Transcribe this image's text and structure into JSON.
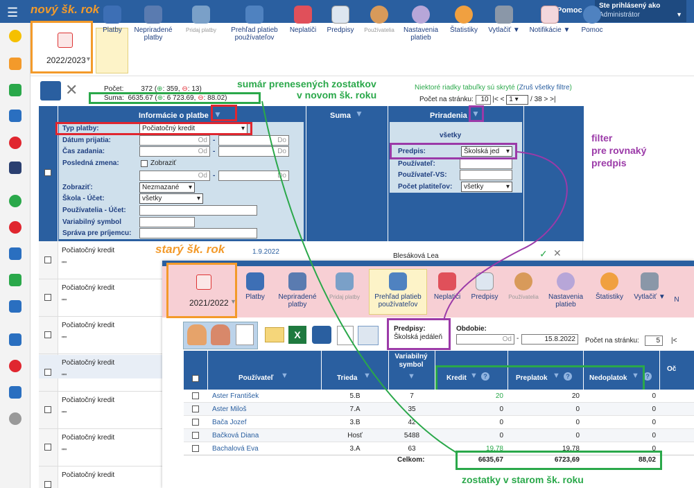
{
  "annotations": {
    "new_year": "nový šk. rok",
    "old_year": "starý šk. rok",
    "carried_sum_line1": "sumár prenesených zostatkov",
    "carried_sum_line2": "v novom šk. roku",
    "filter_line1": "filter",
    "filter_line2": "pre rovnaký",
    "filter_line3": "predpis",
    "balances_old": "zostatky v starom šk. roku"
  },
  "colors": {
    "header": "#2a5fa0",
    "orange": "#f39a2a",
    "green": "#2aa84a",
    "purple": "#9b3aa8",
    "red": "#e0262f",
    "pink": "#f7cfd4"
  },
  "topbar": {
    "help_label": "Pomoc",
    "user_line1": "Ste prihlásený ako",
    "user_line2": "Administrátor"
  },
  "sidebar": {
    "icons": [
      "star-icon",
      "mail-icon",
      "home-icon",
      "book-icon",
      "user-icon",
      "calendar-icon",
      "check-icon",
      "money-icon",
      "briefcase-icon",
      "shield-icon",
      "chart-icon",
      "reader-icon",
      "chat-icon",
      "pen-icon",
      "gear-icon"
    ]
  },
  "new_toolbar": {
    "year": "2022/2023",
    "items": [
      {
        "label": "Platby"
      },
      {
        "label": "Nepriradené platby"
      },
      {
        "label": "Pridaj platby"
      },
      {
        "label": "Prehľad platieb používateľov"
      },
      {
        "label": "Neplatiči"
      },
      {
        "label": "Predpisy"
      },
      {
        "label": "Používatelia"
      },
      {
        "label": "Nastavenia platieb"
      },
      {
        "label": "Štatistiky"
      },
      {
        "label": "Vytlačiť"
      },
      {
        "label": "Notifikácie"
      },
      {
        "label": "Pomoc"
      }
    ]
  },
  "summary": {
    "count_label": "Počet:",
    "count_value": "372",
    "count_plus": "359",
    "count_minus": "13",
    "sum_label": "Suma:",
    "sum_value": "6635.67",
    "sum_plus": "6 723.69",
    "sum_minus": "88.02",
    "hidden_note": "Niektoré riadky tabuľky sú skryté",
    "clear_filters": "Zruš všetky filtre",
    "per_page_label": "Počet na stránku:",
    "per_page_value": "10",
    "pager_first": "|<",
    "pager_prev": "<",
    "page_value": "1",
    "page_total": "/ 38",
    "pager_next": ">",
    "pager_last": ">|"
  },
  "main_table": {
    "col_info": "Informácie o platbe",
    "col_sum": "Suma",
    "col_assign": "Priradenia",
    "filters": {
      "typ_platby_label": "Typ platby:",
      "typ_platby_value": "Počiatočný kredit",
      "datum_prijatia": "Dátum prijatia:",
      "cas_zadania": "Čas zadania:",
      "posledna_zmena": "Posledná zmena:",
      "zobrazit_cb": "Zobraziť",
      "od": "Od",
      "do": "Do",
      "zobrazit": "Zobraziť:",
      "zobrazit_value": "Nezmazané",
      "skola_ucet": "Škola - Účet:",
      "skola_value": "všetky",
      "pouzivatelia_ucet": "Používatelia - Účet:",
      "variabilny_symbol": "Variabilný symbol",
      "sprava": "Správa pre príjemcu:",
      "assign_all": "všetky",
      "predpis_label": "Predpis:",
      "predpis_value": "Školská jed",
      "pouzivatel": "Používateľ:",
      "pouzivatel_vs": "Používateľ-VS:",
      "pocet_platitelov": "Počet platiteľov:",
      "pocet_value": "všetky"
    },
    "rows": [
      {
        "type": "Počiatočný kredit",
        "sub": "\"\"",
        "date": "1.9.2022",
        "name": "Blesáková Lea"
      },
      {
        "type": "Počiatočný kredit",
        "sub": "\"\""
      },
      {
        "type": "Počiatočný kredit",
        "sub": "\"\""
      },
      {
        "type": "Počiatočný kredit",
        "sub": "\"\""
      },
      {
        "type": "Počiatočný kredit",
        "sub": "\"\""
      },
      {
        "type": "Počiatočný kredit",
        "sub": "\"\""
      },
      {
        "type": "Počiatočný kredit",
        "sub": "\"\""
      }
    ]
  },
  "old_toolbar": {
    "year": "2021/2022",
    "items": [
      {
        "label": "Platby"
      },
      {
        "label": "Nepriradené platby"
      },
      {
        "label": "Pridaj platby"
      },
      {
        "label": "Prehľad platieb používateľov"
      },
      {
        "label": "Neplatiči"
      },
      {
        "label": "Predpisy"
      },
      {
        "label": "Používatelia"
      },
      {
        "label": "Nastavenia platieb"
      },
      {
        "label": "Štatistiky"
      },
      {
        "label": "Vytlačiť"
      },
      {
        "label": "N"
      }
    ]
  },
  "old_filters": {
    "predpisy_label": "Predpisy:",
    "predpisy_value": "Školská jedáleň",
    "obdobie_label": "Obdobie:",
    "od": "Od",
    "do_value": "15.8.2022",
    "per_page_label": "Počet na stránku:",
    "per_page_value": "5",
    "pager": "|<"
  },
  "old_table": {
    "headers": [
      "Používateľ",
      "Trieda",
      "Variabilný symbol",
      "Kredit",
      "Preplatok",
      "Nedoplatok",
      "Oč"
    ],
    "rows": [
      {
        "user": "Aster František",
        "class": "5.B",
        "vs": "7",
        "kredit": "20",
        "preplatok": "20",
        "nedoplatok": "0"
      },
      {
        "user": "Aster Miloš",
        "class": "7.A",
        "vs": "35",
        "kredit": "0",
        "preplatok": "0",
        "nedoplatok": "0"
      },
      {
        "user": "Bača Jozef",
        "class": "3.B",
        "vs": "42",
        "kredit": "0",
        "preplatok": "0",
        "nedoplatok": "0"
      },
      {
        "user": "Bačková Diana",
        "class": "Hosť",
        "vs": "5488",
        "kredit": "0",
        "preplatok": "0",
        "nedoplatok": "0"
      },
      {
        "user": "Bachalová Eva",
        "class": "3.A",
        "vs": "63",
        "kredit": "19.78",
        "preplatok": "19.78",
        "nedoplatok": "0"
      }
    ],
    "total_label": "Celkom:",
    "total_kredit": "6635,67",
    "total_preplatok": "6723,69",
    "total_nedoplatok": "88,02"
  }
}
